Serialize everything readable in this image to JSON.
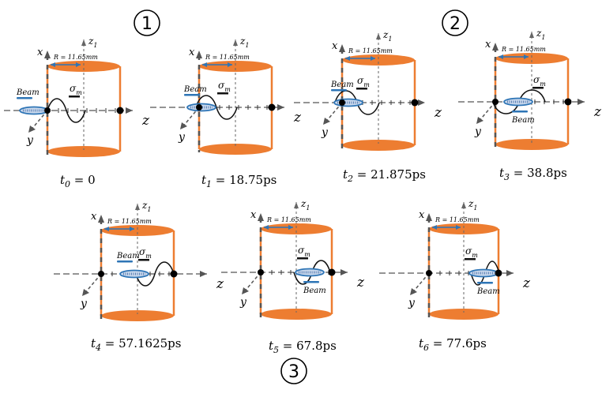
{
  "stage_markers": [
    "1",
    "2",
    "3"
  ],
  "axis_labels": {
    "x": "x",
    "y": "y",
    "z": "z",
    "z1": "z",
    "z1_sub": "1"
  },
  "radius_label": "R = 11.65mm",
  "beam_label": "Beam",
  "sigma_label": "σ",
  "sigma_sub": "m",
  "panels": [
    {
      "t_sub": "0",
      "value": "= 0"
    },
    {
      "t_sub": "1",
      "value": "= 18.75ps"
    },
    {
      "t_sub": "2",
      "value": "= 21.875ps"
    },
    {
      "t_sub": "3",
      "value": "= 38.8ps"
    },
    {
      "t_sub": "4",
      "value": "= 57.1625ps"
    },
    {
      "t_sub": "5",
      "value": "= 67.8ps"
    },
    {
      "t_sub": "6",
      "value": "= 77.6ps"
    }
  ],
  "colors": {
    "cylinder": "#ED7D31",
    "beam": "#2E75B6",
    "axis": "#555555"
  }
}
